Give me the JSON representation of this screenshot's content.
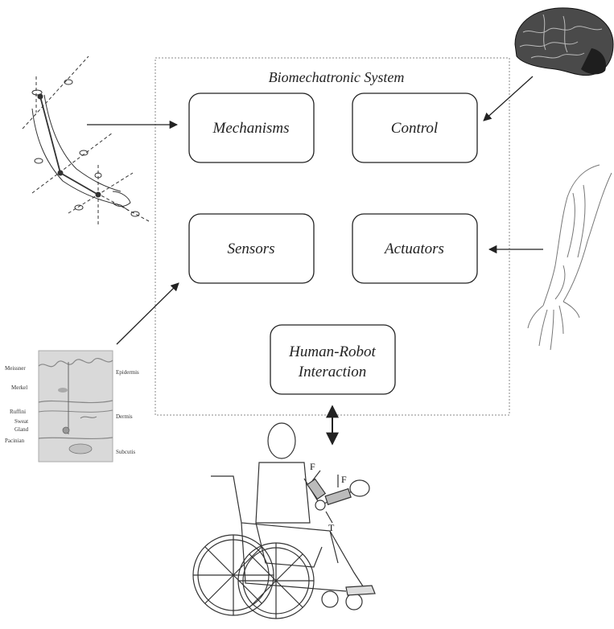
{
  "system": {
    "title": "Biomechatronic System"
  },
  "blocks": {
    "mechanisms": "Mechanisms",
    "control": "Control",
    "sensors": "Sensors",
    "actuators": "Actuators",
    "hri_line1": "Human-Robot",
    "hri_line2": "Interaction"
  },
  "skin_labels": {
    "meissner": "Meissner",
    "merkel": "Merkel",
    "ruffini": "Ruffini",
    "sweat": "Sweat",
    "gland": "Gland",
    "pacinian": "Pacinian",
    "epidermis": "Epidermis",
    "dermis": "Dermis",
    "subcutis": "Subcutis"
  },
  "force_labels": {
    "f1": "F",
    "f2": "F",
    "t": "T"
  },
  "colors": {
    "stroke": "#222222",
    "dashed": "#888888",
    "brain_dark": "#3a3a3a",
    "skin_bg": "#d9d9d9"
  }
}
